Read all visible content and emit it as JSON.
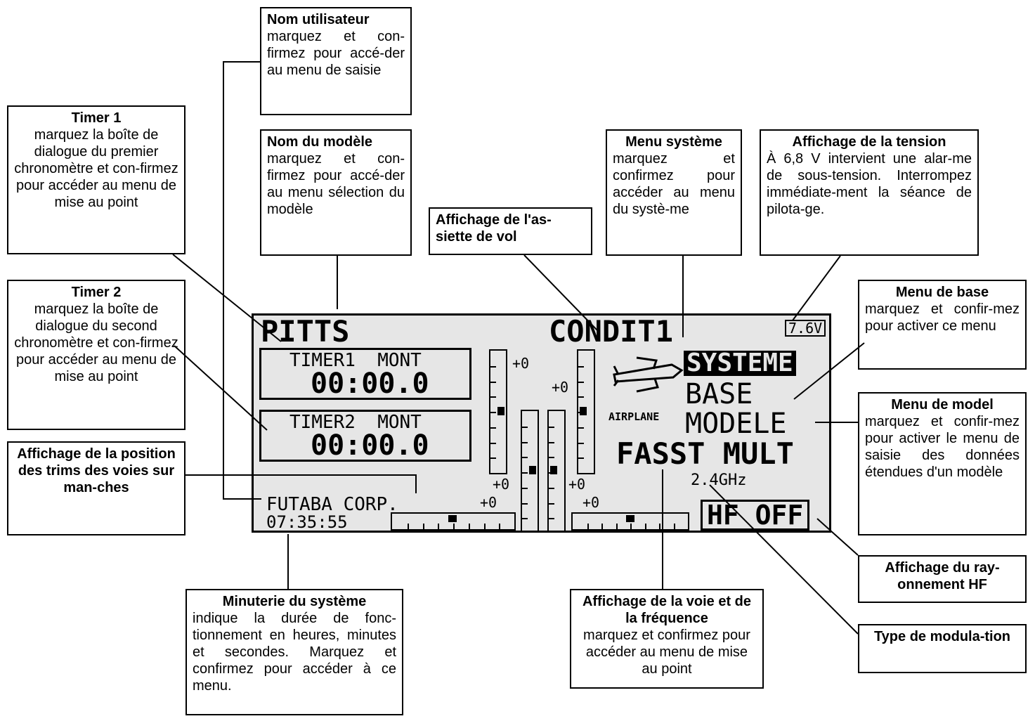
{
  "callouts": {
    "nom_utilisateur": {
      "title": "Nom utilisateur",
      "body": "marquez et con-firmez pour accé-der au menu de saisie"
    },
    "timer1": {
      "title": "Timer 1",
      "body": "marquez la boîte de dialogue du premier chronomètre et con-firmez pour accéder au menu de mise au point"
    },
    "nom_modele": {
      "title": "Nom du modèle",
      "body": "marquez et con-firmez pour accé-der au menu sélection du modèle"
    },
    "assiette": {
      "title": "Affichage de l'as-siette de vol"
    },
    "menu_systeme": {
      "title": "Menu système",
      "body": "marquez et confirmez pour accéder au menu du systè-me"
    },
    "tension": {
      "title": "Affichage de la tension",
      "body": "À 6,8 V intervient une alar-me de sous-tension. Interrompez immédiate-ment la séance de pilota-ge."
    },
    "timer2": {
      "title": "Timer 2",
      "body": "marquez la boîte de dialogue du second chronomètre et con-firmez pour accéder au menu de mise au point"
    },
    "menu_base": {
      "title": "Menu de base",
      "body": "marquez et confir-mez pour activer ce menu"
    },
    "menu_model": {
      "title": "Menu de model",
      "body": "marquez et confir-mez pour activer le menu de saisie des données étendues d'un modèle"
    },
    "trims": {
      "title": "Affichage de la position des trims des voies sur man-ches"
    },
    "hf": {
      "title": "Affichage du ray-onnement HF"
    },
    "minuterie": {
      "title": "Minuterie du système",
      "body": "indique la durée de fonc-tionnement en heures, minutes et secondes. Marquez et confirmez pour accéder à ce menu."
    },
    "voie": {
      "title": "Affichage de la voie et de la fréquence",
      "body": "marquez et confirmez pour accéder au menu de mise au point"
    },
    "modulation": {
      "title": "Type de modula-tion"
    }
  },
  "lcd": {
    "model_name": "PITTS",
    "condition": "CONDIT1",
    "voltage": "7.6V",
    "timer1_label": "TIMER1  MONT",
    "timer1_value": "00:00.0",
    "timer2_label": "TIMER2  MONT",
    "timer2_value": "00:00.0",
    "trim_values": [
      "+0",
      "+0",
      "+0",
      "+0",
      "+0",
      "+0"
    ],
    "airplane_label": "AIRPLANE",
    "menu_system": "SYSTEME",
    "menu_base": "BASE",
    "menu_model": "MODELE",
    "modulation": "FASST MULT",
    "frequency": "2.4GHz",
    "user_name": "FUTABA CORP.",
    "system_time": "07:35:55",
    "hf_status": "HF OFF"
  }
}
